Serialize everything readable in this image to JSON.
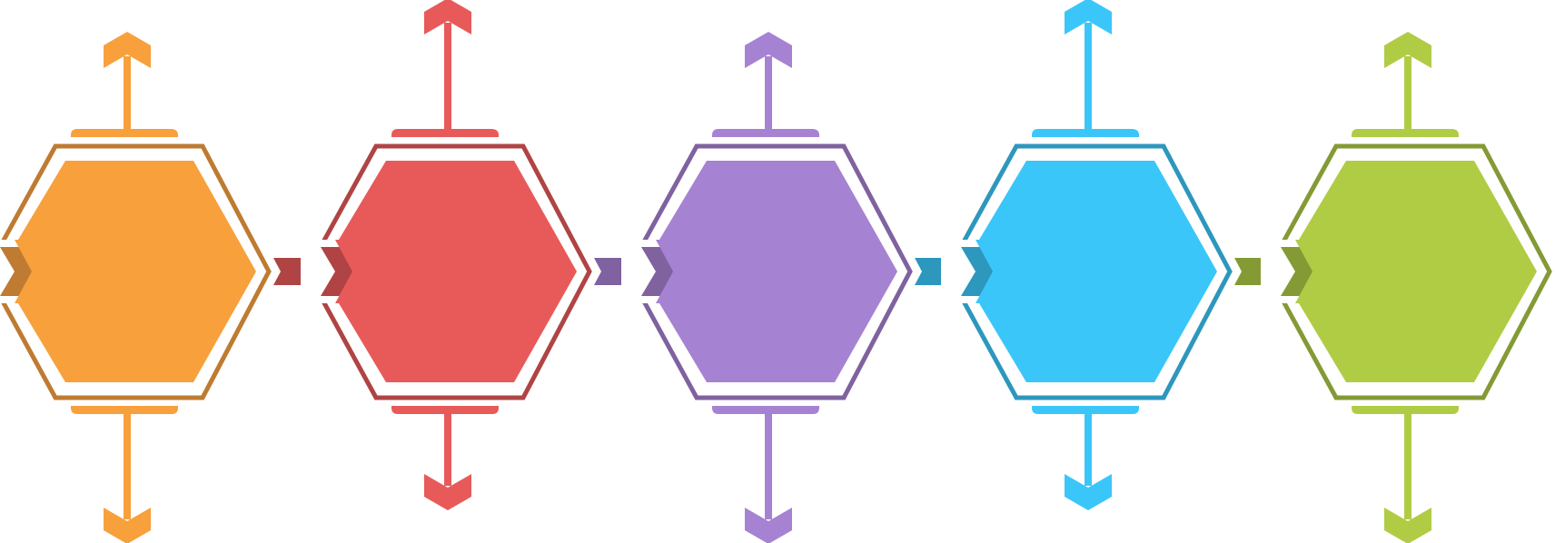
{
  "diagram": {
    "type": "hexagon-process-flow",
    "steps": [
      {
        "name": "step-1",
        "fill": "#F8A03C",
        "dark": "#BE7B31",
        "arrow_up_long": false
      },
      {
        "name": "step-2",
        "fill": "#E85A5A",
        "dark": "#B04444",
        "arrow_up_long": true
      },
      {
        "name": "step-3",
        "fill": "#A682D3",
        "dark": "#7F629F",
        "arrow_up_long": false
      },
      {
        "name": "step-4",
        "fill": "#3BC6FA",
        "dark": "#2D97BD",
        "arrow_up_long": true
      },
      {
        "name": "step-5",
        "fill": "#B0CC45",
        "dark": "#849A35",
        "arrow_up_long": false
      }
    ]
  }
}
